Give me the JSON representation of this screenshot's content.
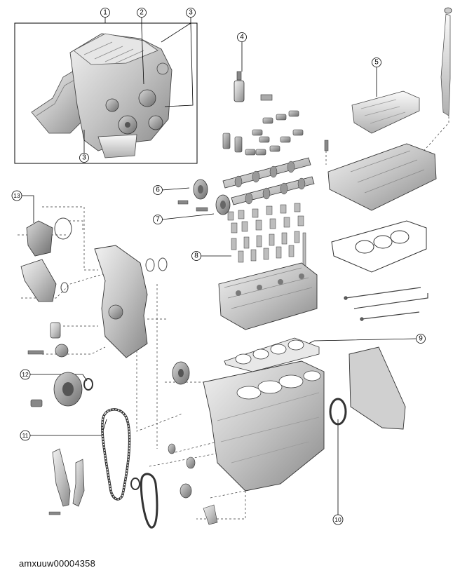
{
  "figure": {
    "code": "amxuuw00004358",
    "callouts": [
      {
        "id": "1",
        "label": "1"
      },
      {
        "id": "2",
        "label": "2"
      },
      {
        "id": "3a",
        "label": "3"
      },
      {
        "id": "3b",
        "label": "3"
      },
      {
        "id": "4",
        "label": "4"
      },
      {
        "id": "5",
        "label": "5"
      },
      {
        "id": "6",
        "label": "6"
      },
      {
        "id": "7",
        "label": "7"
      },
      {
        "id": "8",
        "label": "8"
      },
      {
        "id": "9",
        "label": "9"
      },
      {
        "id": "10",
        "label": "10"
      },
      {
        "id": "11",
        "label": "11"
      },
      {
        "id": "12",
        "label": "12"
      },
      {
        "id": "13",
        "label": "13"
      }
    ]
  }
}
